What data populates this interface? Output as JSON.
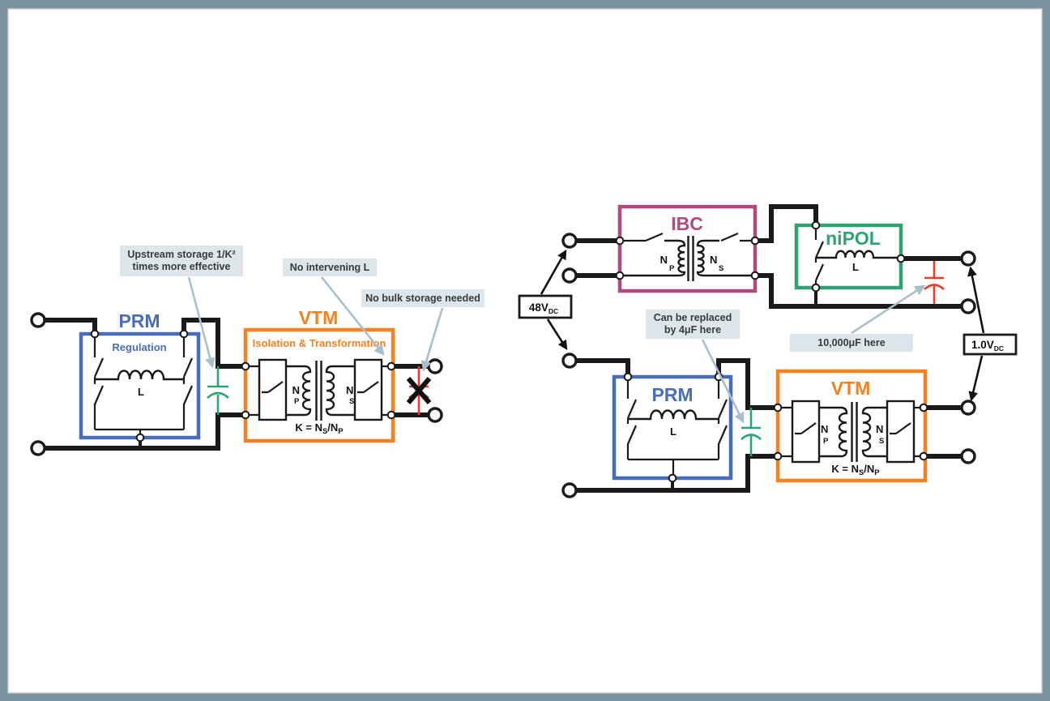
{
  "colors": {
    "frame": "#7b919d",
    "prm_blue": "#4a6db8",
    "vtm_orange": "#f5821f",
    "ibc_magenta": "#b04a7f",
    "nipol_green": "#2ca370",
    "cap_green": "#2ca370",
    "cap_red": "#f0392b",
    "callout_bg": "#dde6ea",
    "callout_arrow": "#a9c0cc",
    "wire": "#1a1a1a"
  },
  "left": {
    "prm": {
      "title": "PRM",
      "subtitle": "Regulation",
      "inductor": "L"
    },
    "vtm": {
      "title": "VTM",
      "subtitle": "Isolation & Transformation",
      "n_primary": "N",
      "n_primary_sub": "P",
      "n_secondary": "N",
      "n_secondary_sub": "S",
      "k_prefix": "K = N",
      "k_sub_s": "S",
      "k_slash": "/N",
      "k_sub_p": "P"
    },
    "callouts": {
      "upstream": {
        "line1": "Upstream storage 1/K²",
        "line2": "times more effective"
      },
      "no_intervening": {
        "text": "No intervening L"
      },
      "no_bulk": {
        "text": "No bulk storage needed"
      }
    }
  },
  "right": {
    "ibc": {
      "title": "IBC",
      "n_primary": "N",
      "n_primary_sub": "P",
      "n_secondary": "N",
      "n_secondary_sub": "S"
    },
    "nipol": {
      "title": "niPOL",
      "inductor": "L"
    },
    "prm": {
      "title": "PRM",
      "inductor": "L"
    },
    "vtm": {
      "title": "VTM",
      "n_primary": "N",
      "n_primary_sub": "P",
      "n_secondary": "N",
      "n_secondary_sub": "S",
      "k_prefix": "K = N",
      "k_sub_s": "S",
      "k_slash": "/N",
      "k_sub_p": "P"
    },
    "callouts": {
      "replace": {
        "line1": "Can be replaced",
        "line2": "by 4μF here"
      },
      "bulk": {
        "text": "10,000μF here"
      }
    },
    "input": {
      "label": "48V",
      "sub": "DC"
    },
    "output": {
      "label": "1.0V",
      "sub": "DC"
    }
  }
}
